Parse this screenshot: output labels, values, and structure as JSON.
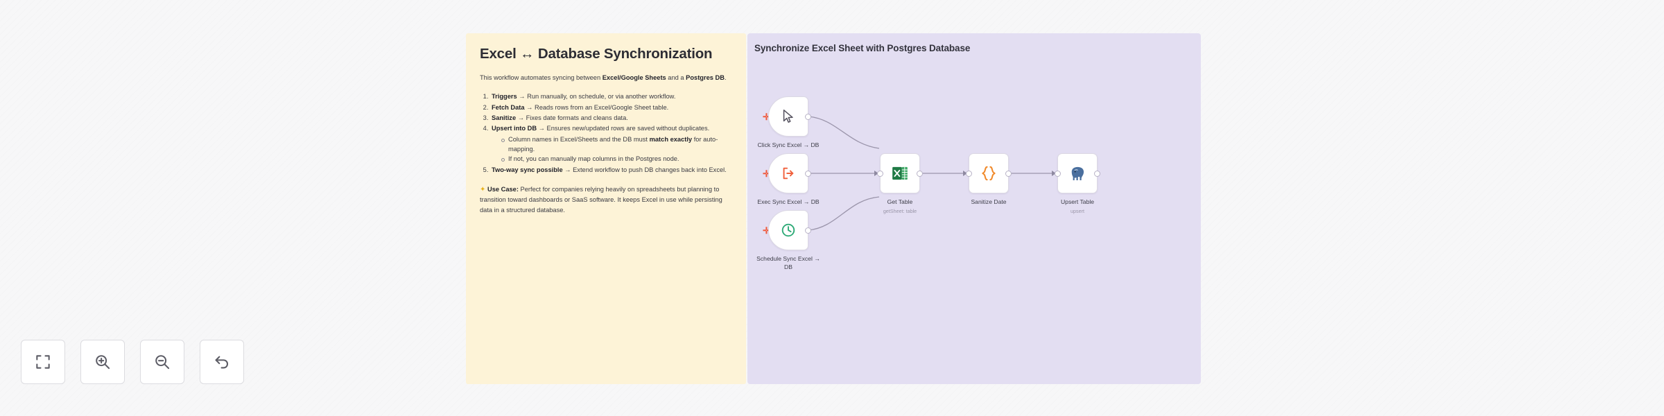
{
  "doc": {
    "title": "Excel ↔ Database Synchronization",
    "intro": {
      "before": "This workflow automates syncing between ",
      "bold1": "Excel/Google Sheets",
      "middle": " and a ",
      "bold2": "Postgres DB",
      "after": "."
    },
    "steps": [
      {
        "term": "Triggers",
        "text": " → Run manually, on schedule, or via another workflow."
      },
      {
        "term": "Fetch Data",
        "text": " → Reads rows from an Excel/Google Sheet table."
      },
      {
        "term": "Sanitize",
        "text": " → Fixes date formats and cleans data."
      },
      {
        "term": "Upsert into DB",
        "text": " → Ensures new/updated rows are saved without duplicates.",
        "subs": [
          {
            "before": "Column names in Excel/Sheets and the DB must ",
            "bold": "match exactly",
            "after": " for auto-mapping."
          },
          {
            "before": "If not, you can manually map columns in the Postgres node.",
            "bold": "",
            "after": ""
          }
        ]
      },
      {
        "term": "Two-way sync possible",
        "text": " → Extend workflow to push DB changes back into Excel."
      }
    ],
    "use_case": {
      "icon": "sparkle-icon",
      "label": "Use Case:",
      "text": " Perfect for companies relying heavily on spreadsheets but planning to transition toward dashboards or SaaS software. It keeps Excel in use while persisting data in a structured database."
    }
  },
  "canvas": {
    "title": "Synchronize Excel Sheet with Postgres Database",
    "background_color": "#e3def2",
    "nodes": [
      {
        "id": "click-trigger",
        "label": "Click Sync Excel → DB",
        "sub": "",
        "icon": "cursor-pointer-icon",
        "kind": "trigger"
      },
      {
        "id": "exec-trigger",
        "label": "Exec Sync Excel → DB",
        "sub": "",
        "icon": "execute-workflow-icon",
        "kind": "trigger"
      },
      {
        "id": "schedule-trigger",
        "label": "Schedule Sync Excel → DB",
        "sub": "",
        "icon": "clock-icon",
        "kind": "trigger"
      },
      {
        "id": "get-table",
        "label": "Get Table",
        "sub": "getSheet: table",
        "icon": "excel-icon",
        "kind": "action"
      },
      {
        "id": "sanitize-data",
        "label": "Sanitize Date",
        "sub": "",
        "icon": "code-braces-icon",
        "kind": "action"
      },
      {
        "id": "upsert-table",
        "label": "Upsert Table",
        "sub": "upsert",
        "icon": "postgres-elephant-icon",
        "kind": "action"
      }
    ]
  },
  "toolbar": {
    "buttons": [
      {
        "id": "fit-view",
        "icon": "fit-to-view-icon",
        "label": "Fit to view"
      },
      {
        "id": "zoom-in",
        "icon": "zoom-in-icon",
        "label": "Zoom in"
      },
      {
        "id": "zoom-out",
        "icon": "zoom-out-icon",
        "label": "Zoom out"
      },
      {
        "id": "reset",
        "icon": "undo-arrow-icon",
        "label": "Reset zoom"
      }
    ]
  }
}
